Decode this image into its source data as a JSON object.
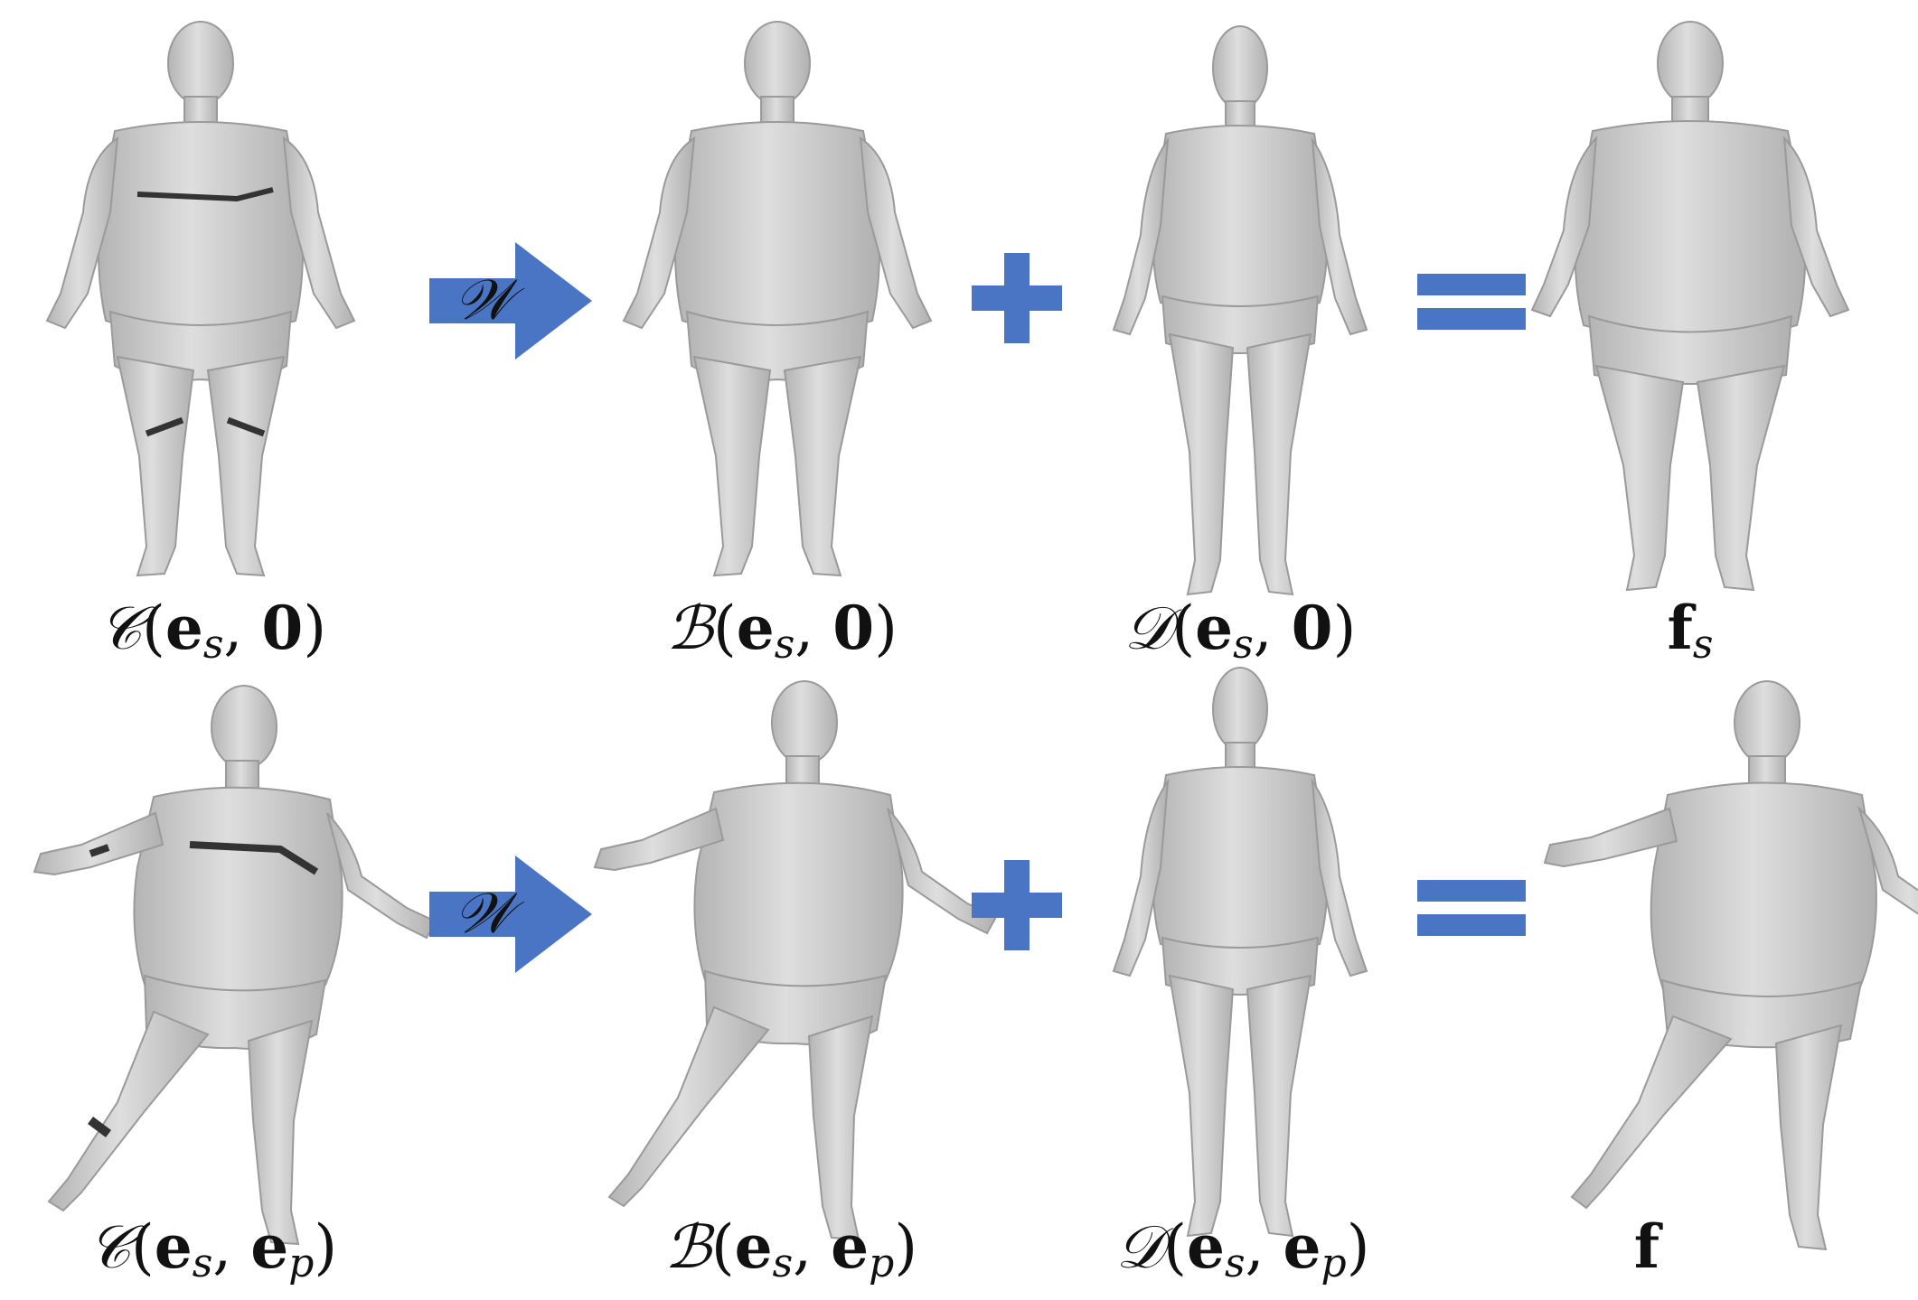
{
  "colors": {
    "operator_blue": "#4a75c4",
    "mesh_fill": "#cfcfcf",
    "mesh_shade": "#b9b9b9",
    "mesh_dark": "#3a3a3a",
    "background": "#ffffff"
  },
  "operators": {
    "warp_symbol": "𝒲"
  },
  "rows": [
    {
      "labels": [
        {
          "cal": "𝒞",
          "args": [
            "e",
            "s",
            "0"
          ],
          "text": "𝒞(e_s, 0)"
        },
        {
          "cal": "ℬ",
          "args": [
            "e",
            "s",
            "0"
          ],
          "text": "ℬ(e_s, 0)"
        },
        {
          "cal": "𝒟",
          "args": [
            "e",
            "s",
            "0"
          ],
          "text": "𝒟(e_s, 0)"
        },
        {
          "text": "f_s"
        }
      ]
    },
    {
      "labels": [
        {
          "text": "𝒞(e_s, e_p)"
        },
        {
          "text": "ℬ(e_s, e_p)"
        },
        {
          "text": "𝒟(e_s, e_p)"
        },
        {
          "text": "f"
        }
      ]
    }
  ],
  "label_parts": {
    "r1c1": {
      "sym": "𝒞",
      "e": "e",
      "sub": "s",
      "second": "0",
      "second_sub": ""
    },
    "r1c2": {
      "sym": "ℬ",
      "e": "e",
      "sub": "s",
      "second": "0",
      "second_sub": ""
    },
    "r1c3": {
      "sym": "𝒟",
      "e": "e",
      "sub": "s",
      "second": "0",
      "second_sub": ""
    },
    "r1c4": {
      "f": "f",
      "sub": "s"
    },
    "r2c1": {
      "sym": "𝒞",
      "e": "e",
      "sub": "s",
      "second": "e",
      "second_sub": "p"
    },
    "r2c2": {
      "sym": "ℬ",
      "e": "e",
      "sub": "s",
      "second": "e",
      "second_sub": "p"
    },
    "r2c3": {
      "sym": "𝒟",
      "e": "e",
      "sub": "s",
      "second": "e",
      "second_sub": "p"
    },
    "r2c4": {
      "f": "f"
    }
  }
}
